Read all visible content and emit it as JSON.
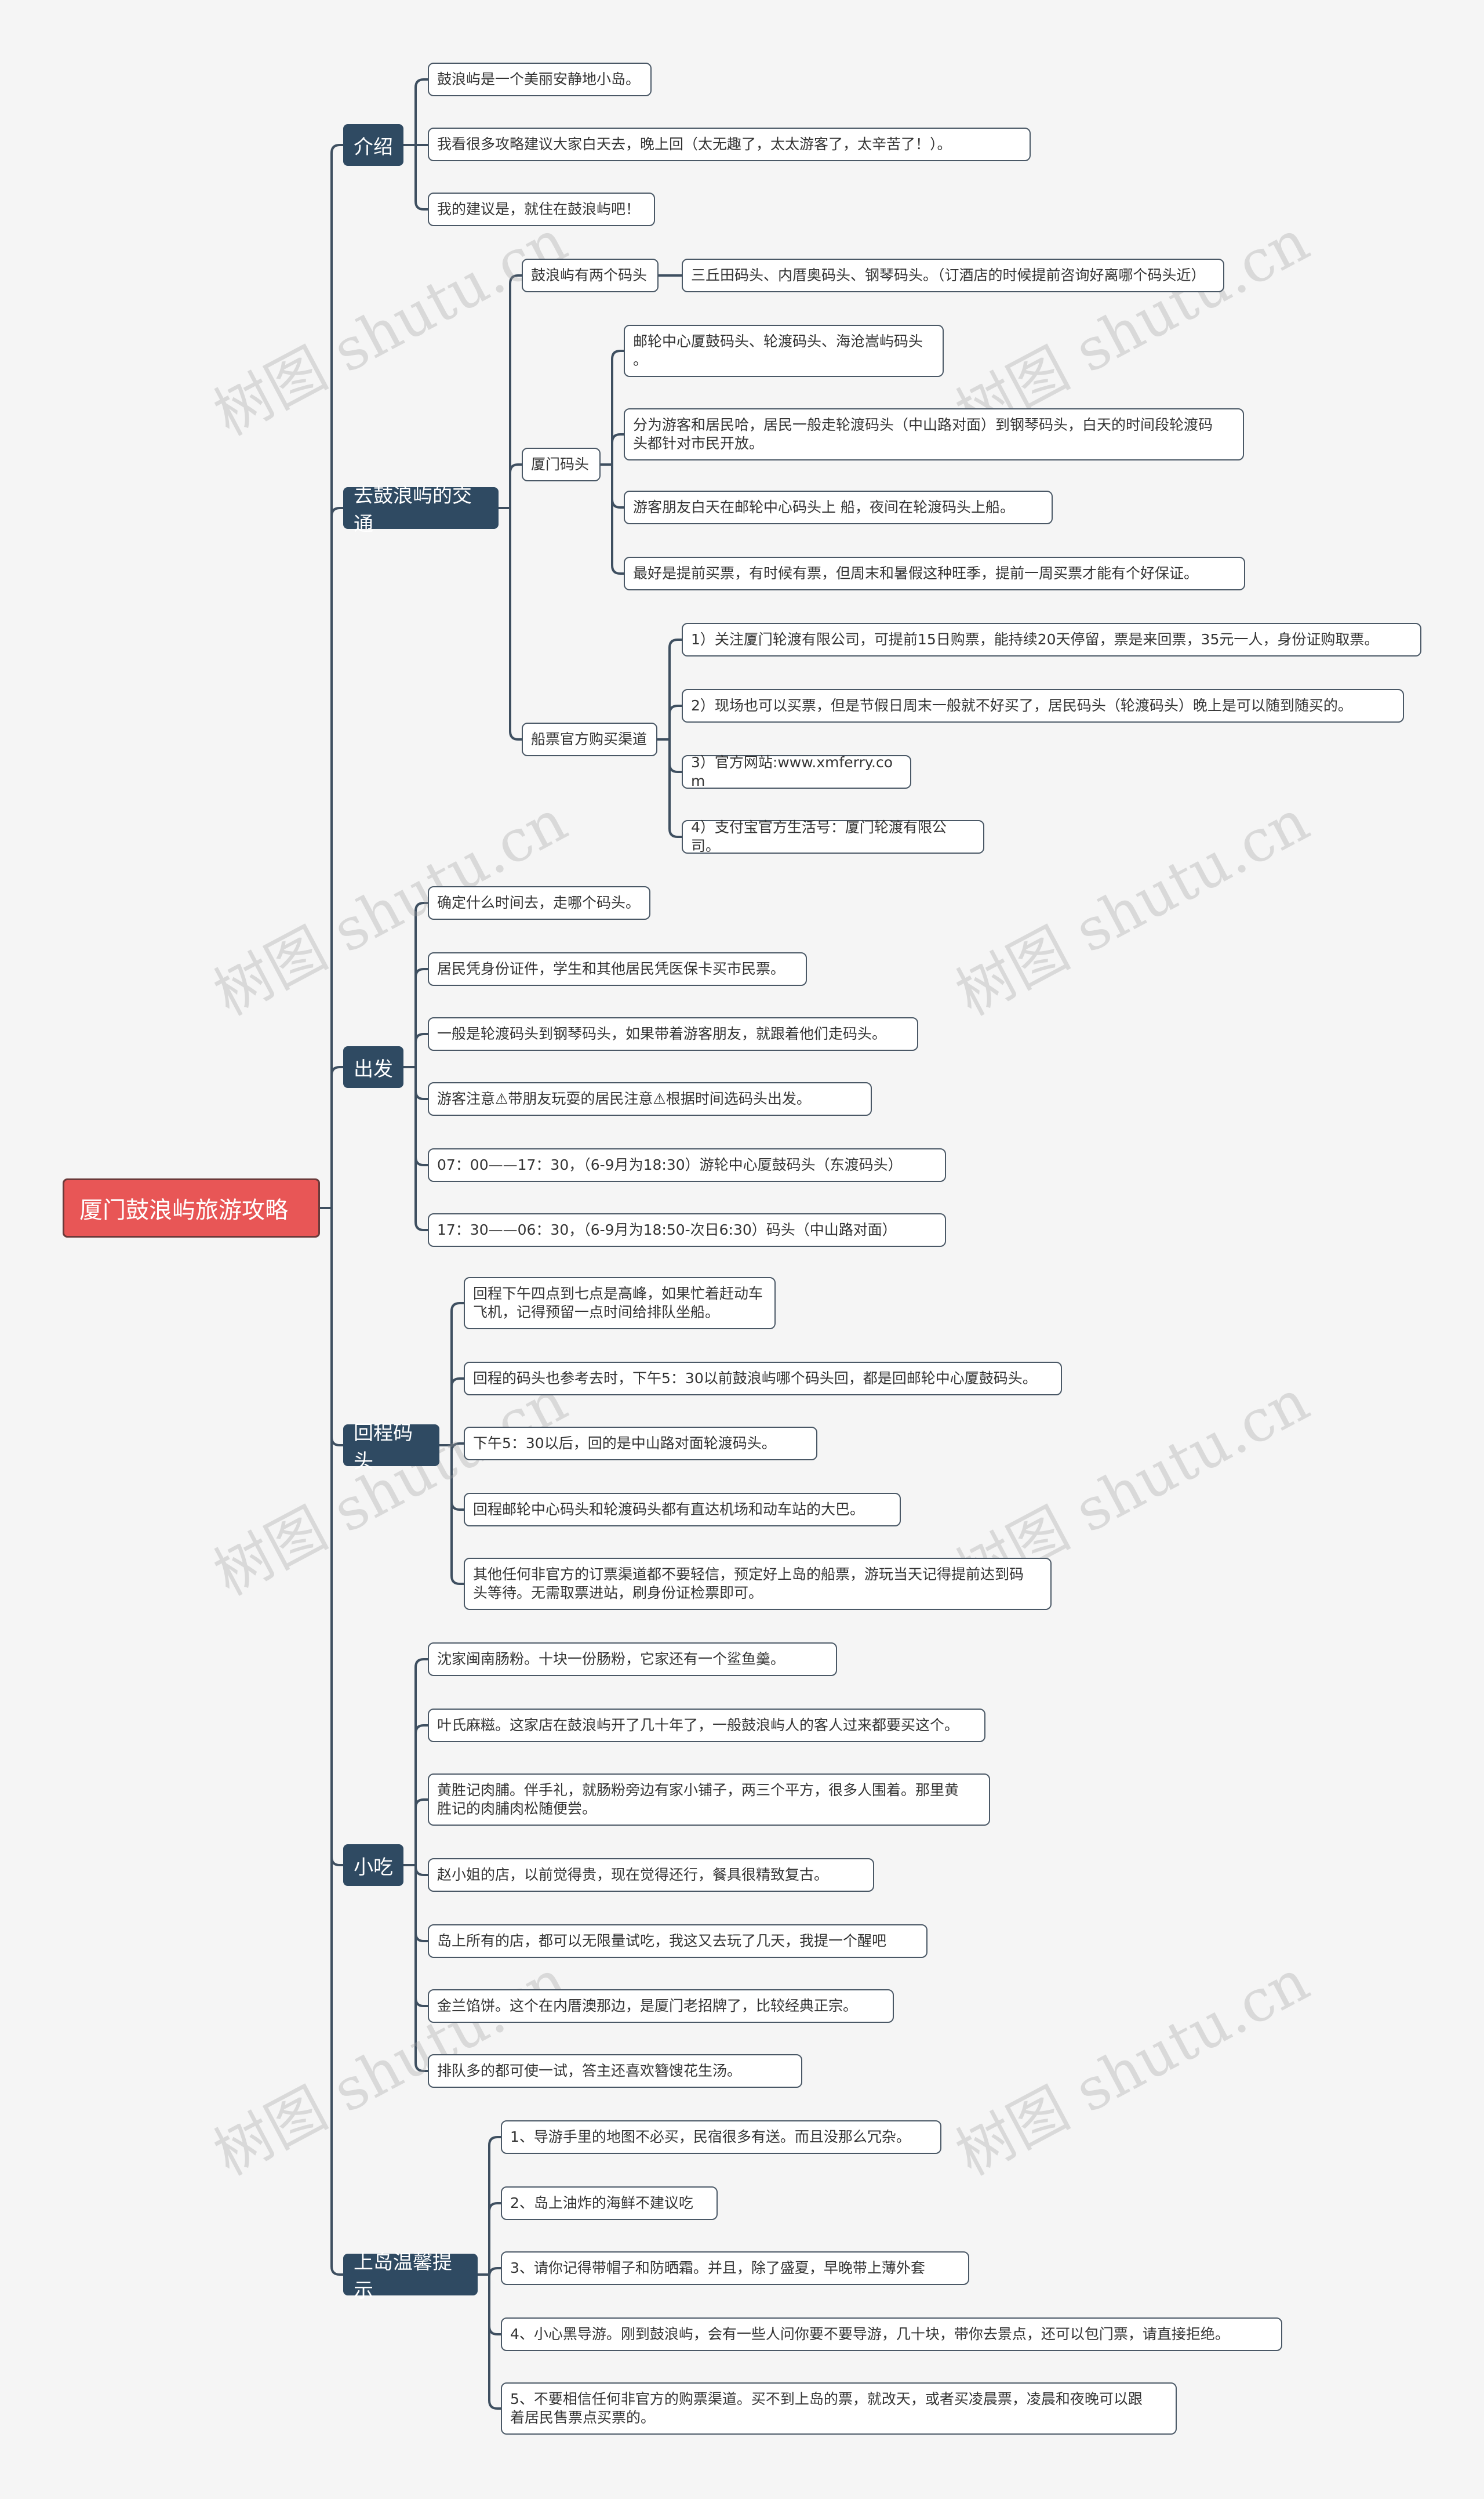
{
  "root": "厦门鼓浪屿旅游攻略",
  "watermark": "树图 shutu.cn",
  "colors": {
    "root": "#e85656",
    "branch": "#2f4a62",
    "line": "#3e4f60"
  },
  "branches": [
    {
      "label": "介绍",
      "items": [
        {
          "text": "鼓浪屿是一个美丽安静地小岛。"
        },
        {
          "text": "我看很多攻略建议大家白天去，晚上回（太无趣了，太太游客了，太辛苦了！）。"
        },
        {
          "text": "我的建议是，就住在鼓浪屿吧！"
        }
      ]
    },
    {
      "label": "去鼓浪屿的交通",
      "items": [
        {
          "text": "鼓浪屿有两个码头",
          "children": [
            {
              "text": "三丘田码头、内厝奥码头、钢琴码头。（订酒店的时候提前咨询好离哪个码头近）"
            }
          ]
        },
        {
          "text": "厦门码头",
          "children": [
            {
              "text": "邮轮中心厦鼓码头、轮渡码头、海沧嵩屿码头\n。"
            },
            {
              "text": "分为游客和居民哈，居民一般走轮渡码头（中山路对面）到钢琴码头，白天的时间段轮渡码\n头都针对市民开放。"
            },
            {
              "text": "游客朋友白天在邮轮中心码头上 船，夜间在轮渡码头上船。"
            },
            {
              "text": "最好是提前买票，有时候有票，但周末和暑假这种旺季，提前一周买票才能有个好保证。"
            }
          ]
        },
        {
          "text": "船票官方购买渠道",
          "children": [
            {
              "text": "1）关注厦门轮渡有限公司，可提前15日购票，能持续20天停留，票是来回票，35元一人，身份证购取票。"
            },
            {
              "text": "2）现场也可以买票，但是节假日周末一般就不好买了，居民码头（轮渡码头）晚上是可以随到随买的。"
            },
            {
              "text": "3）官方网站:www.xmferry.com"
            },
            {
              "text": "4）支付宝官方生活号：厦门轮渡有限公司。"
            }
          ]
        }
      ]
    },
    {
      "label": "出发",
      "items": [
        {
          "text": "确定什么时间去，走哪个码头。"
        },
        {
          "text": "居民凭身份证件，学生和其他居民凭医保卡买市民票。"
        },
        {
          "text": "一般是轮渡码头到钢琴码头，如果带着游客朋友，就跟着他们走码头。"
        },
        {
          "text": "游客注意⚠带朋友玩耍的居民注意⚠根据时间选码头出发。"
        },
        {
          "text": "07：00——17：30，（6-9月为18:30）游轮中心厦鼓码头（东渡码头）"
        },
        {
          "text": "17：30——06：30，（6-9月为18:50-次日6:30）码头（中山路对面）"
        }
      ]
    },
    {
      "label": "回程码头",
      "items": [
        {
          "text": "回程下午四点到七点是高峰，如果忙着赶动车\n飞机，记得预留一点时间给排队坐船。"
        },
        {
          "text": "回程的码头也参考去时，下午5：30以前鼓浪屿哪个码头回，都是回邮轮中心厦鼓码头。"
        },
        {
          "text": "下午5：30以后，回的是中山路对面轮渡码头。"
        },
        {
          "text": "回程邮轮中心码头和轮渡码头都有直达机场和动车站的大巴。"
        },
        {
          "text": "其他任何非官方的订票渠道都不要轻信，预定好上岛的船票，游玩当天记得提前达到码\n头等待。无需取票进站，刷身份证检票即可。"
        }
      ]
    },
    {
      "label": "小吃",
      "items": [
        {
          "text": "沈家闽南肠粉。十块一份肠粉，它家还有一个鲨鱼羹。"
        },
        {
          "text": "叶氏麻糍。这家店在鼓浪屿开了几十年了，一般鼓浪屿人的客人过来都要买这个。"
        },
        {
          "text": "黄胜记肉脯。伴手礼，就肠粉旁边有家小铺子，两三个平方，很多人围着。那里黄\n胜记的肉脯肉松随便尝。"
        },
        {
          "text": "赵小姐的店，以前觉得贵，现在觉得还行，餐具很精致复古。"
        },
        {
          "text": "岛上所有的店，都可以无限量试吃，我这又去玩了几天，我提一个醒吧"
        },
        {
          "text": "金兰馅饼。这个在内厝澳那边，是厦门老招牌了，比较经典正宗。"
        },
        {
          "text": "排队多的都可使一试，答主还喜欢簪馊花生汤。"
        }
      ]
    },
    {
      "label": "上岛温馨提示",
      "items": [
        {
          "text": "1、导游手里的地图不必买，民宿很多有送。而且没那么冗杂。"
        },
        {
          "text": "2、岛上油炸的海鲜不建议吃"
        },
        {
          "text": "3、请你记得带帽子和防晒霜。并且，除了盛夏，早晚带上薄外套"
        },
        {
          "text": "4、小心黑导游。刚到鼓浪屿，会有一些人问你要不要导游，几十块，带你去景点，还可以包门票，请直接拒绝。"
        },
        {
          "text": "5、不要相信任何非官方的购票渠道。买不到上岛的票，就改天，或者买凌晨票，凌晨和夜晚可以跟\n着居民售票点买票的。"
        }
      ]
    }
  ]
}
